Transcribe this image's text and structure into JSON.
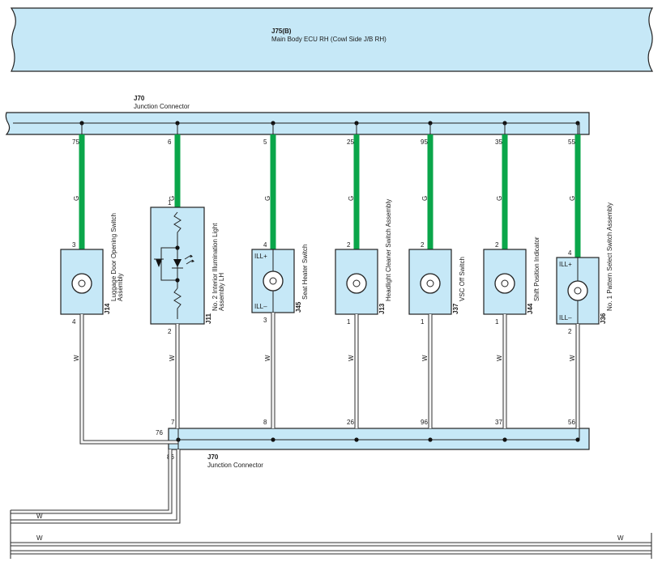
{
  "ecu": {
    "code": "J75(B)",
    "name": "Main Body ECU RH (Cowl Side J/B RH)"
  },
  "top_connector": {
    "code": "J70",
    "name": "Junction Connector"
  },
  "bottom_connector": {
    "code": "J70",
    "name": "Junction Connector",
    "pin_left": "76",
    "pin_out": "86"
  },
  "colors": {
    "ecu_fill": "#c6e8f7",
    "connector_fill": "#c6e8f7",
    "wire_green": "#0aa64a",
    "wire_white": "#f5f5f5",
    "outline": "#222222"
  },
  "components": [
    {
      "code": "J14",
      "name": "Luggage Door Opening Switch",
      "name2": "Assembly",
      "top_pin": "75",
      "wire_top": "G",
      "in_pin": "3",
      "out_pin": "4",
      "wire_bottom": "W",
      "bottom_pin": "",
      "type": "bulb"
    },
    {
      "code": "J11",
      "name": "No. 2 Interior Illumination Light",
      "name2": "Assembly LH",
      "top_pin": "6",
      "wire_top": "G",
      "in_pin": "1",
      "out_pin": "2",
      "wire_bottom": "W",
      "bottom_pin": "7",
      "type": "led"
    },
    {
      "code": "J45",
      "name": "Seat Heater Switch",
      "name2": "",
      "top_pin": "5",
      "wire_top": "G",
      "in_pin": "4",
      "out_pin": "3",
      "wire_bottom": "W",
      "bottom_pin": "8",
      "type": "ill",
      "ill_plus": "ILL+",
      "ill_minus": "ILL–"
    },
    {
      "code": "J13",
      "name": "Headlight Cleaner Switch Assembly",
      "name2": "",
      "top_pin": "25",
      "wire_top": "G",
      "in_pin": "2",
      "out_pin": "1",
      "wire_bottom": "W",
      "bottom_pin": "26",
      "type": "bulb"
    },
    {
      "code": "J37",
      "name": "VSC Off Switch",
      "name2": "",
      "top_pin": "95",
      "wire_top": "G",
      "in_pin": "2",
      "out_pin": "1",
      "wire_bottom": "W",
      "bottom_pin": "96",
      "type": "bulb"
    },
    {
      "code": "J44",
      "name": "Shift Position Indicator",
      "name2": "",
      "top_pin": "35",
      "wire_top": "G",
      "in_pin": "2",
      "out_pin": "1",
      "wire_bottom": "W",
      "bottom_pin": "37",
      "type": "bulb"
    },
    {
      "code": "J36",
      "name": "No. 1 Pattern Select Switch Assembly",
      "name2": "",
      "top_pin": "55",
      "wire_top": "G",
      "in_pin": "4",
      "out_pin": "2",
      "wire_bottom": "W",
      "bottom_pin": "56",
      "type": "ill",
      "ill_plus": "ILL+",
      "ill_minus": "ILL–"
    }
  ],
  "bottom_wires": [
    {
      "label_left": "W",
      "label_right": ""
    },
    {
      "label_left": "W",
      "label_right": "W"
    }
  ]
}
